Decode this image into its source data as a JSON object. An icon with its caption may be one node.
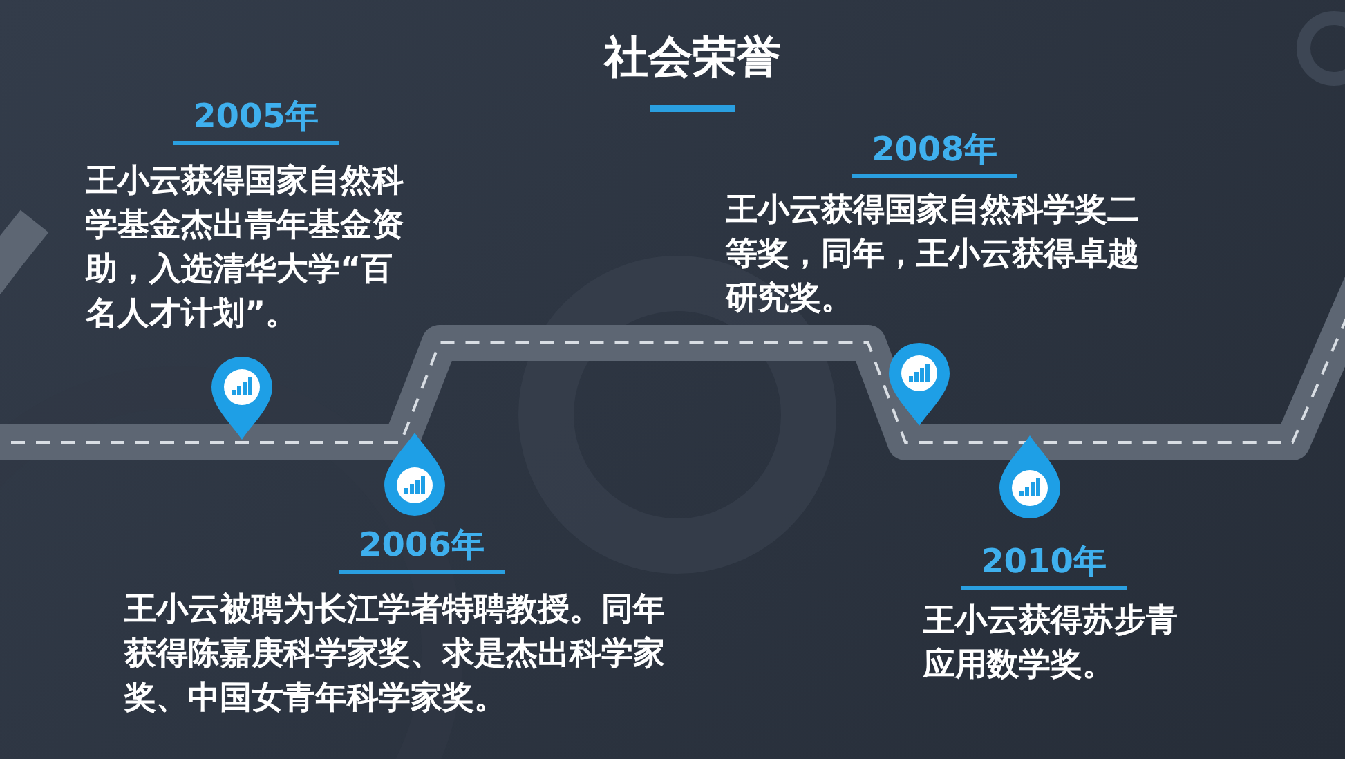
{
  "diagram": {
    "title": "社会荣誉",
    "labels": [
      "2005年",
      "王小云获得国家自然科学基金杰出青年基金资助，入选清华大学“百名人才计划”。",
      "2008年",
      "王小云获得国家自然科学奖二等奖，同年，王小云获得卓越研究奖。",
      "2006年",
      "王小云被聘为长江学者特聘教授。同年获得陈嘉庚科学家奖、求是杰出科学家奖、中国女青年科学家奖。",
      "2010年",
      "王小云获得苏步青应用数学奖。"
    ]
  }
}
